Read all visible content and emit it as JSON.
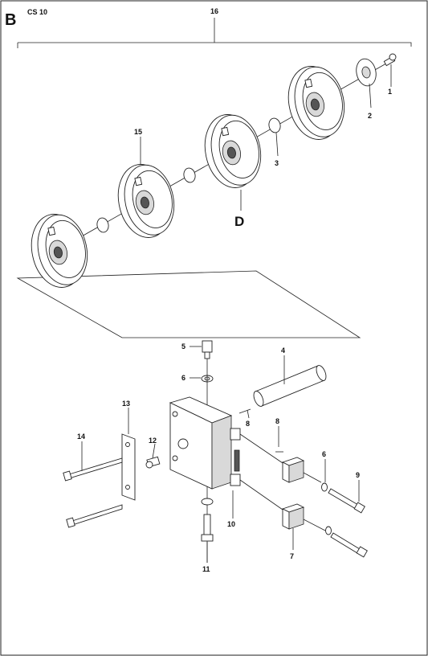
{
  "page": {
    "section_letter": "B",
    "model": "CS 10"
  },
  "detail_label": "D",
  "callouts": [
    "16",
    "1",
    "2",
    "3",
    "15",
    "5",
    "6",
    "4",
    "13",
    "8",
    "8",
    "14",
    "12",
    "6",
    "9",
    "10",
    "7",
    "11"
  ]
}
